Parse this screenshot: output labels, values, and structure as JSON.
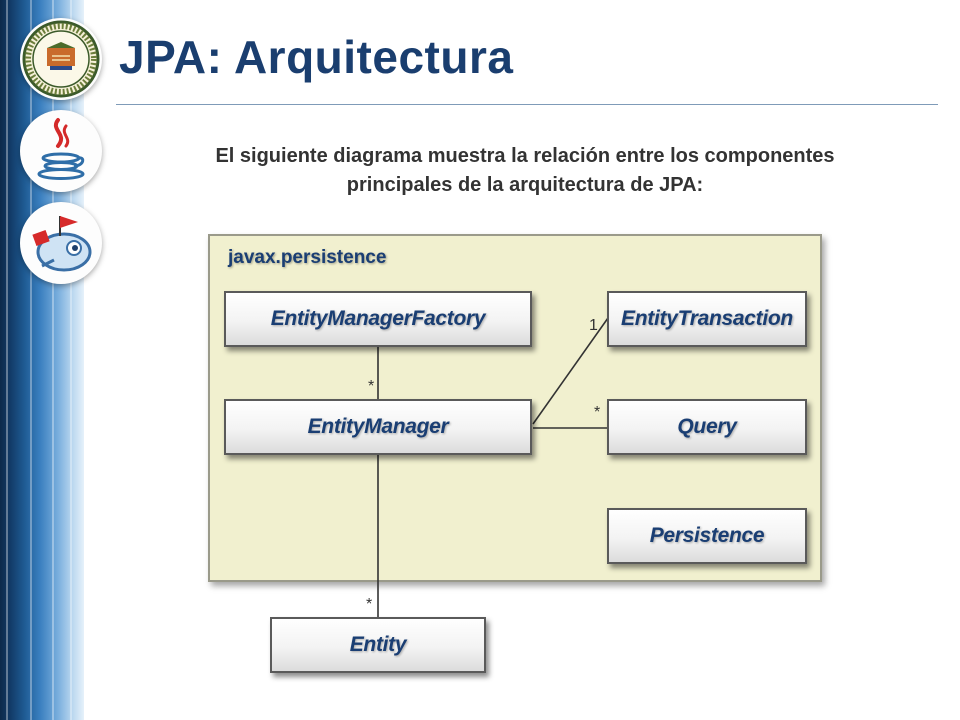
{
  "slide": {
    "title": "JPA: Arquitectura",
    "subtitle_line1": "El siguiente diagrama muestra la relación entre los componentes",
    "subtitle_line2": "principales de la arquitectura de JPA:"
  },
  "logos": [
    "university-seal-icon",
    "java-icon",
    "jboss-icon"
  ],
  "diagram": {
    "package_name": "javax.persistence",
    "nodes": {
      "emf": "EntityManagerFactory",
      "em": "EntityManager",
      "tx": "EntityTransaction",
      "query": "Query",
      "persistence": "Persistence",
      "entity": "Entity"
    },
    "multiplicities": {
      "emf_em": "*",
      "em_tx": "1",
      "em_query": "*",
      "em_entity": "*"
    }
  },
  "colors": {
    "title": "#1a3e6f",
    "package_fill": "#f1f0cf",
    "node_text": "#1a3e73"
  }
}
